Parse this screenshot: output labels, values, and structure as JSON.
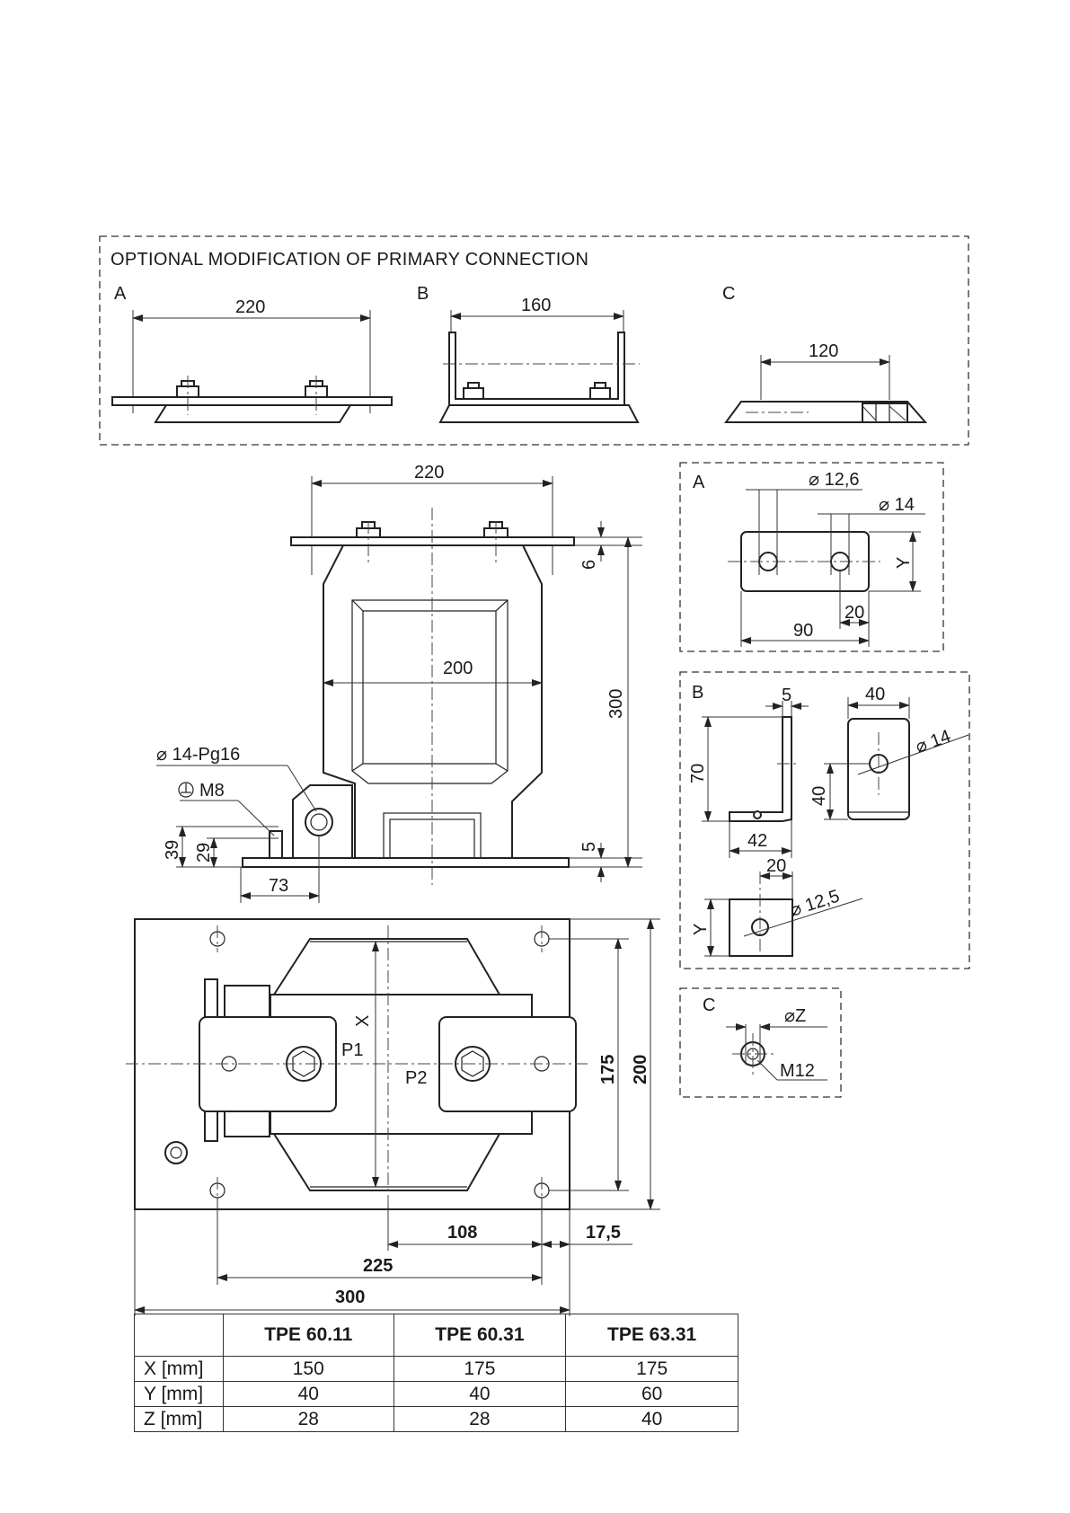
{
  "header": {
    "title": "OPTIONAL MODIFICATION OF PRIMARY CONNECTION"
  },
  "options": {
    "a": {
      "letter": "A",
      "dim": "220"
    },
    "b": {
      "letter": "B",
      "dim": "160"
    },
    "c": {
      "letter": "C",
      "dim": "120"
    }
  },
  "side_view": {
    "width": "220",
    "core": "200",
    "height": "300",
    "plate_top": "6",
    "plate_bottom": "5",
    "gland": "⌀ 14-Pg16",
    "earth": "M8",
    "h39": "39",
    "h29": "29",
    "w73": "73"
  },
  "detail_a": {
    "letter": "A",
    "hole1": "⌀ 12,6",
    "hole2": "⌀ 14",
    "width": "90",
    "offset": "20",
    "height": "Y"
  },
  "detail_b": {
    "letter": "B",
    "thickness": "5",
    "width": "40",
    "height": "70",
    "base": "42",
    "hole": "⌀ 14",
    "hole_height": "40",
    "tab_width": "20",
    "tab_hole": "⌀ 12,5",
    "tab_height": "Y"
  },
  "detail_c": {
    "letter": "C",
    "bore": "⌀Z",
    "thread": "M12"
  },
  "top_view": {
    "x": "X",
    "p1": "P1",
    "p2": "P2",
    "h175": "175",
    "h200": "200",
    "w108": "108",
    "w17_5": "17,5",
    "w225": "225",
    "w300": "300"
  },
  "table": {
    "headers": [
      "",
      "TPE 60.11",
      "TPE 60.31",
      "TPE 63.31"
    ],
    "rows": [
      [
        "X [mm]",
        "150",
        "175",
        "175"
      ],
      [
        "Y [mm]",
        "40",
        "40",
        "60"
      ],
      [
        "Z [mm]",
        "28",
        "28",
        "40"
      ]
    ]
  }
}
